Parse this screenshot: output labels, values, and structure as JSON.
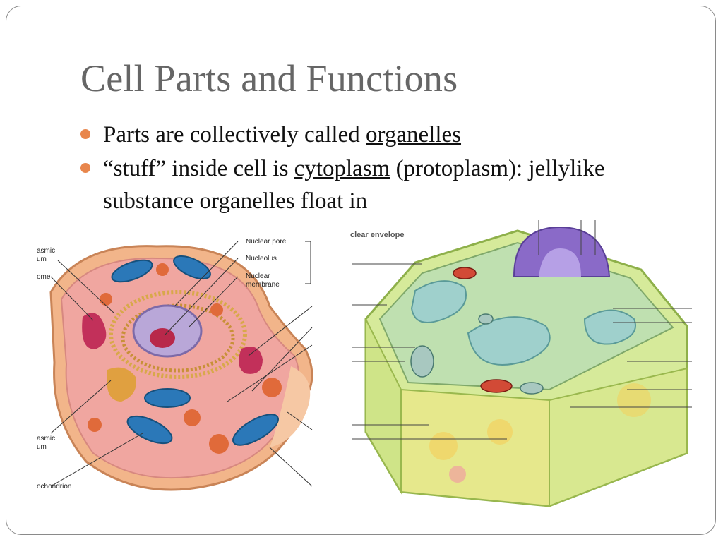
{
  "slide": {
    "title": "Cell Parts and Functions",
    "bullets": [
      {
        "before": "Parts are collectively called ",
        "term": "organelles",
        "after": ""
      },
      {
        "before": "“stuff” inside cell is ",
        "term": "cytoplasm",
        "after": " (protoplasm): jellylike substance organelles float in"
      }
    ],
    "bullet_color": "#e8864c"
  },
  "animal_cell": {
    "labels_right": [
      "Nuclear pore",
      "Nucleolus",
      "Nuclear",
      "membrane"
    ],
    "labels_left": [
      "asmic",
      "um",
      "ome",
      "asmic",
      "um",
      "ochondrion"
    ]
  },
  "plant_cell": {
    "label_top": "clear envelope"
  }
}
